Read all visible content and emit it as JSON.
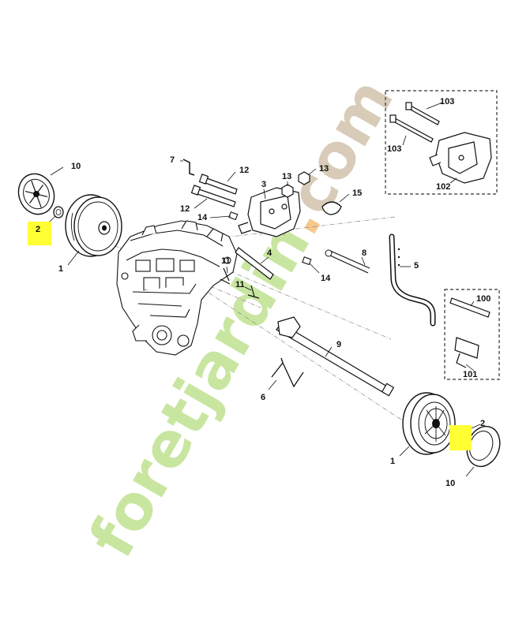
{
  "watermark": {
    "text_green": "foretjardin",
    "text_dot": ".",
    "text_com": "com",
    "color_green": "#c8e6a0",
    "color_orange": "#f6c98c",
    "color_brown": "#d8cbb8"
  },
  "highlight_color": "#ffff33",
  "callouts": {
    "c1_left": "1",
    "c1_right": "1",
    "c2_left": "2",
    "c2_right": "2",
    "c3": "3",
    "c4": "4",
    "c5": "5",
    "c6": "6",
    "c7": "7",
    "c8": "8",
    "c9": "9",
    "c10_left": "10",
    "c10_right": "10",
    "c11_a": "11",
    "c11_b": "11",
    "c12_a": "12",
    "c12_b": "12",
    "c13_a": "13",
    "c13_b": "13",
    "c14_a": "14",
    "c14_b": "14",
    "c15": "15",
    "c100": "100",
    "c101": "101",
    "c102": "102",
    "c103_a": "103",
    "c103_b": "103"
  }
}
